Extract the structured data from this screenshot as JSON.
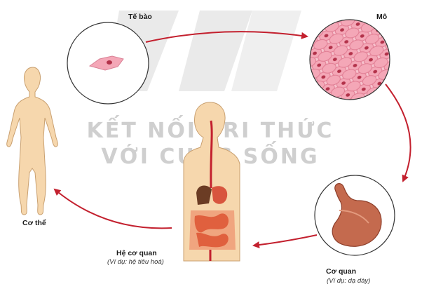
{
  "labels": {
    "cell": "Tế bào",
    "tissue": "Mô",
    "organ": "Cơ quan",
    "organ_example": "(Ví dụ: dạ dày)",
    "system": "Hệ cơ quan",
    "system_example": "(Ví dụ: hệ tiêu hoá)",
    "body": "Cơ thể"
  },
  "watermark": {
    "line1": "KẾT NỐI TRI THỨC",
    "line2": "VỚI CUỘC SỐNG"
  },
  "colors": {
    "arrow": "#c3202e",
    "skin": "#f6d7ad",
    "tissue": "#f2a9b8",
    "nucleus": "#b3324a",
    "stomach": "#c46a4e"
  }
}
